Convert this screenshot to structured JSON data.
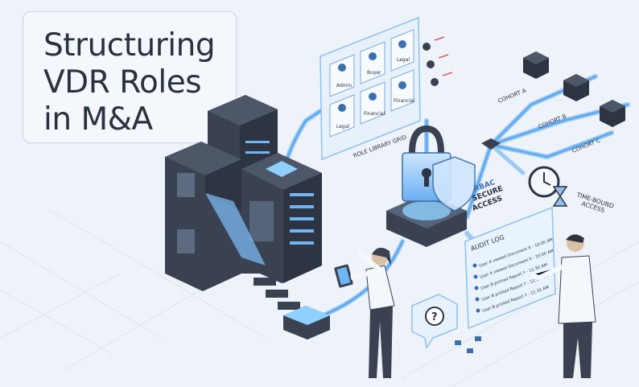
{
  "title": {
    "line1": "Structuring",
    "line2": "VDR Roles",
    "line3": "in M&A"
  },
  "role_grid": {
    "caption": "ROLE LIBRARY GRID",
    "cells": [
      "Admin",
      "Buyer",
      "Legal",
      "Legal",
      "Financial",
      "Financial"
    ]
  },
  "cohorts": [
    "COHORT A",
    "COHORT B",
    "COHORT C"
  ],
  "time_bound": {
    "line1": "TIME-BOUND",
    "line2": "ACCESS"
  },
  "rbac": {
    "line1": "RBAC",
    "line2": "SECURE",
    "line3": "ACCESS"
  },
  "audit_log": {
    "title": "AUDIT LOG",
    "entries": [
      "User A viewed Document X - 10:00 AM",
      "User A viewed Document X - 10:00 AM",
      "User B printed Report Y - 11:30 AM",
      "User B printed Report Y - 11:30 AM",
      "User B printed Report Y - 11:30 AM"
    ]
  },
  "colors": {
    "background": "#eef3f9",
    "server_dark": "#3a4252",
    "glow_blue": "#5aa9f0",
    "title_text": "#2a3140"
  }
}
